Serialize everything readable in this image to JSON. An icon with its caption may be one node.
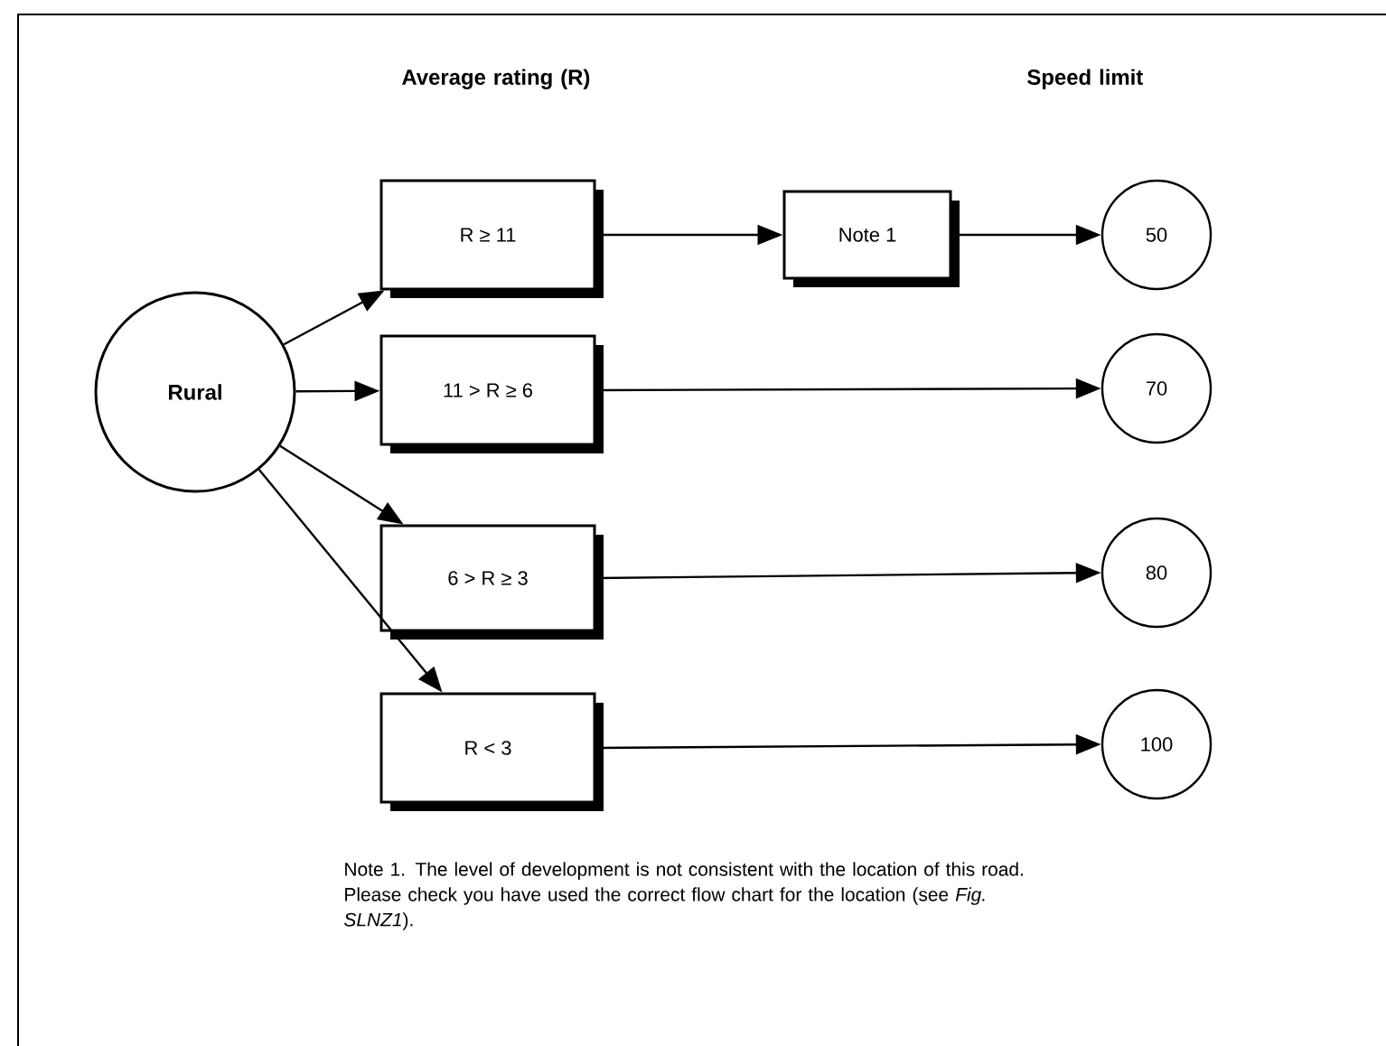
{
  "diagram": {
    "nodes": [
      {
        "text": [
          "Rural"
        ]
      },
      {
        "text": [
          "R ≥ 11"
        ]
      },
      {
        "text": [
          "Note 1"
        ]
      },
      {
        "text": [
          "50"
        ]
      },
      {
        "text": [
          "11 > R ≥ 6"
        ]
      },
      {
        "text": [
          "70"
        ]
      },
      {
        "text": [
          "6 > R ≥ 3"
        ]
      },
      {
        "text": [
          "80"
        ]
      },
      {
        "text": [
          "R < 3"
        ]
      },
      {
        "text": [
          "100"
        ]
      }
    ],
    "edges": [
      {
        "from": 0,
        "to": 1,
        "arrow": "to"
      },
      {
        "from": 0,
        "to": 4,
        "arrow": "to"
      },
      {
        "from": 0,
        "to": 6,
        "arrow": "to"
      },
      {
        "from": 0,
        "to": 8,
        "arrow": "to"
      },
      {
        "from": 1,
        "to": 2,
        "arrow": "to"
      },
      {
        "from": 2,
        "to": 3,
        "arrow": "to"
      },
      {
        "from": 4,
        "to": 5,
        "arrow": "to"
      },
      {
        "from": 6,
        "to": 7,
        "arrow": "to"
      },
      {
        "from": 8,
        "to": 9,
        "arrow": "to"
      }
    ],
    "labels": [
      "Average rating (R)",
      "Speed limit",
      "Note 1. The level of development is not consistent with the location of this road. Please check you have used the correct flow chart for the location (see *Fig. SLNZ1*)."
    ]
  }
}
